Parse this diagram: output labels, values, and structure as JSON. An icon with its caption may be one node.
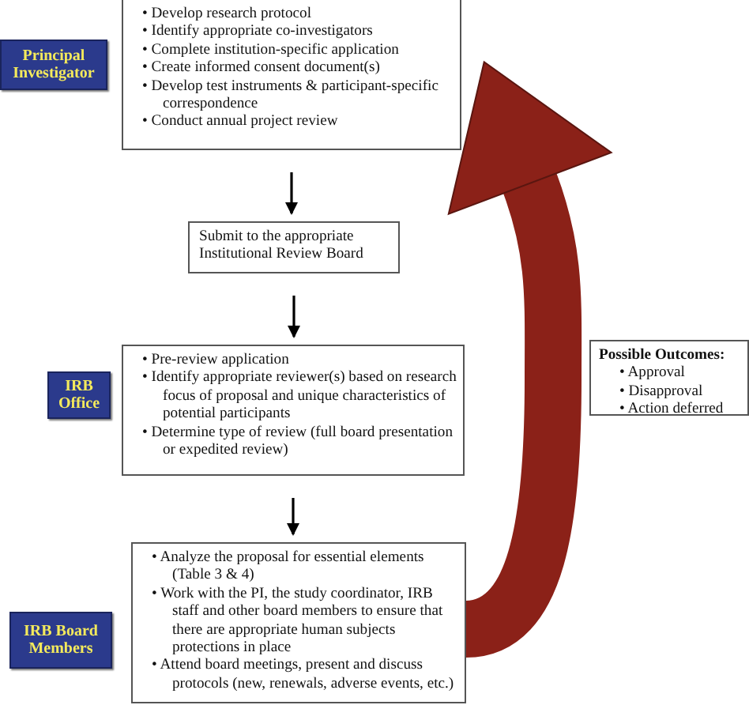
{
  "diagram": {
    "nodes": [
      {
        "text": [
          "Principal Investigator"
        ]
      },
      {
        "text": [
          "• Develop research protocol",
          "• Identify appropriate co-investigators",
          "• Complete institution-specific application",
          "• Create informed consent document(s)",
          "• Develop test instruments & participant-specific correspondence",
          "• Conduct annual project review"
        ]
      },
      {
        "text": [
          "Submit to the appropriate Institutional Review Board"
        ]
      },
      {
        "text": [
          "IRB Office"
        ]
      },
      {
        "text": [
          "• Pre-review application",
          "• Identify appropriate reviewer(s) based on research focus of proposal and unique characteristics of potential participants",
          "• Determine type of review (full board presentation or expedited review)"
        ]
      },
      {
        "text": [
          "IRB Board Members"
        ]
      },
      {
        "text": [
          "• Analyze the proposal for essential elements (Table 3 & 4)",
          "• Work with the PI, the study coordinator, IRB staff and other board members to ensure that there are appropriate human subjects protections in place",
          "• Attend board meetings, present and discuss protocols (new, renewals, adverse events, etc.)"
        ]
      },
      {
        "text": [
          "Possible Outcomes:",
          "• Approval",
          "• Disapproval",
          "• Action deferred"
        ]
      }
    ],
    "edges": [
      {
        "from": 1,
        "to": 2,
        "arrow": "to"
      },
      {
        "from": 2,
        "to": 4,
        "arrow": "to"
      },
      {
        "from": 4,
        "to": 6,
        "arrow": "to"
      },
      {
        "from": 6,
        "to": 1,
        "arrow": "to",
        "style": "thick",
        "color": "#8b2118"
      }
    ]
  }
}
